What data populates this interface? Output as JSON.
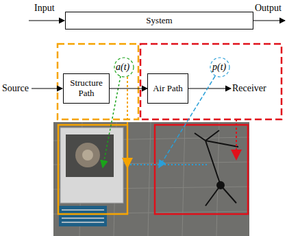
{
  "diagram": {
    "nodes": [
      {
        "text": [
          "System"
        ]
      },
      {
        "text": [
          "Structure Path"
        ]
      },
      {
        "text": [
          "Air Path"
        ]
      }
    ],
    "edges": [
      {
        "from": 1,
        "to": 2,
        "arrow": "to"
      }
    ],
    "labels": [
      "Input",
      "Output",
      "Source",
      "a(t)",
      "p(t)",
      "Receiver"
    ]
  }
}
